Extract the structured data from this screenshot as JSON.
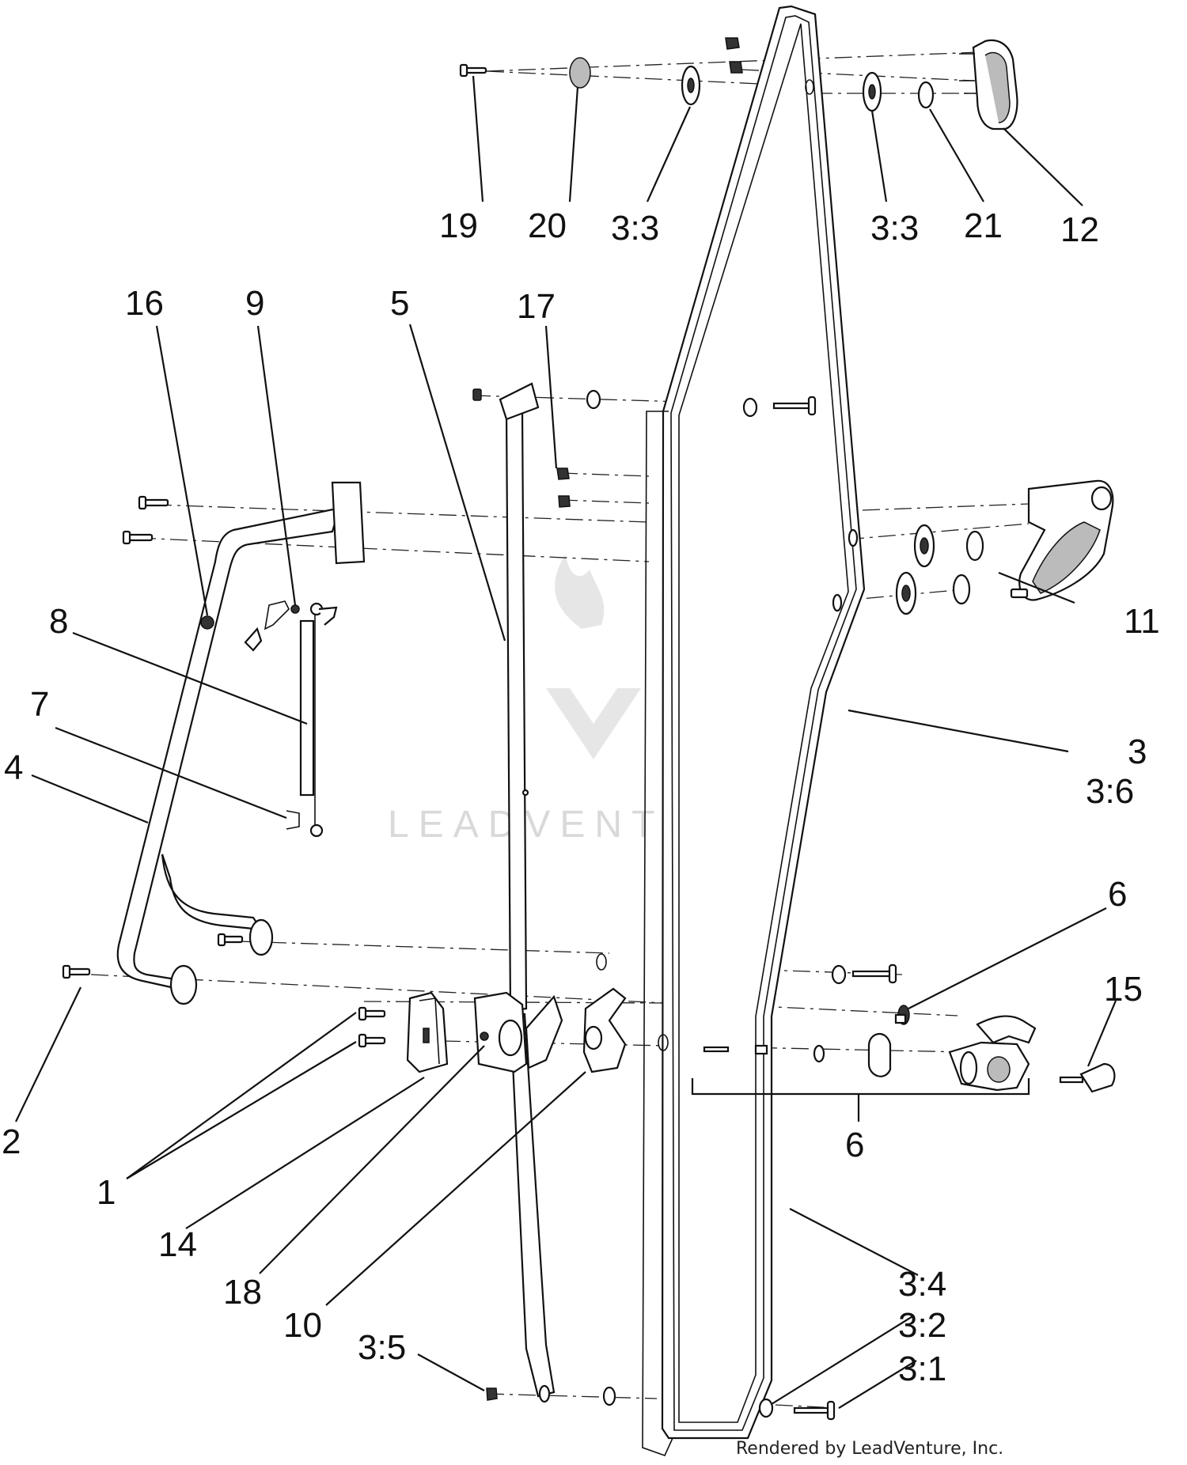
{
  "diagram": {
    "callouts": [
      {
        "id": "c19",
        "text": "19"
      },
      {
        "id": "c20",
        "text": "20"
      },
      {
        "id": "c33a",
        "text": "3:3"
      },
      {
        "id": "c33b",
        "text": "3:3"
      },
      {
        "id": "c21",
        "text": "21"
      },
      {
        "id": "c12",
        "text": "12"
      },
      {
        "id": "c16",
        "text": "16"
      },
      {
        "id": "c9",
        "text": "9"
      },
      {
        "id": "c5",
        "text": "5"
      },
      {
        "id": "c17",
        "text": "17"
      },
      {
        "id": "c11",
        "text": "11"
      },
      {
        "id": "c8",
        "text": "8"
      },
      {
        "id": "c7",
        "text": "7"
      },
      {
        "id": "c4",
        "text": "4"
      },
      {
        "id": "c3",
        "text": "3"
      },
      {
        "id": "c36",
        "text": "3:6"
      },
      {
        "id": "c6a",
        "text": "6"
      },
      {
        "id": "c15",
        "text": "15"
      },
      {
        "id": "c2",
        "text": "2"
      },
      {
        "id": "c6b",
        "text": "6"
      },
      {
        "id": "c1",
        "text": "1"
      },
      {
        "id": "c14",
        "text": "14"
      },
      {
        "id": "c18",
        "text": "18"
      },
      {
        "id": "c10",
        "text": "10"
      },
      {
        "id": "c34",
        "text": "3:4"
      },
      {
        "id": "c32",
        "text": "3:2"
      },
      {
        "id": "c31",
        "text": "3:1"
      },
      {
        "id": "c35",
        "text": "3:5"
      }
    ],
    "watermark": "LEADVENTURE",
    "credit": "Rendered by LeadVenture, Inc."
  },
  "colors": {
    "line": "#111111",
    "background": "#ffffff",
    "watermark": "#d9d9d9"
  }
}
